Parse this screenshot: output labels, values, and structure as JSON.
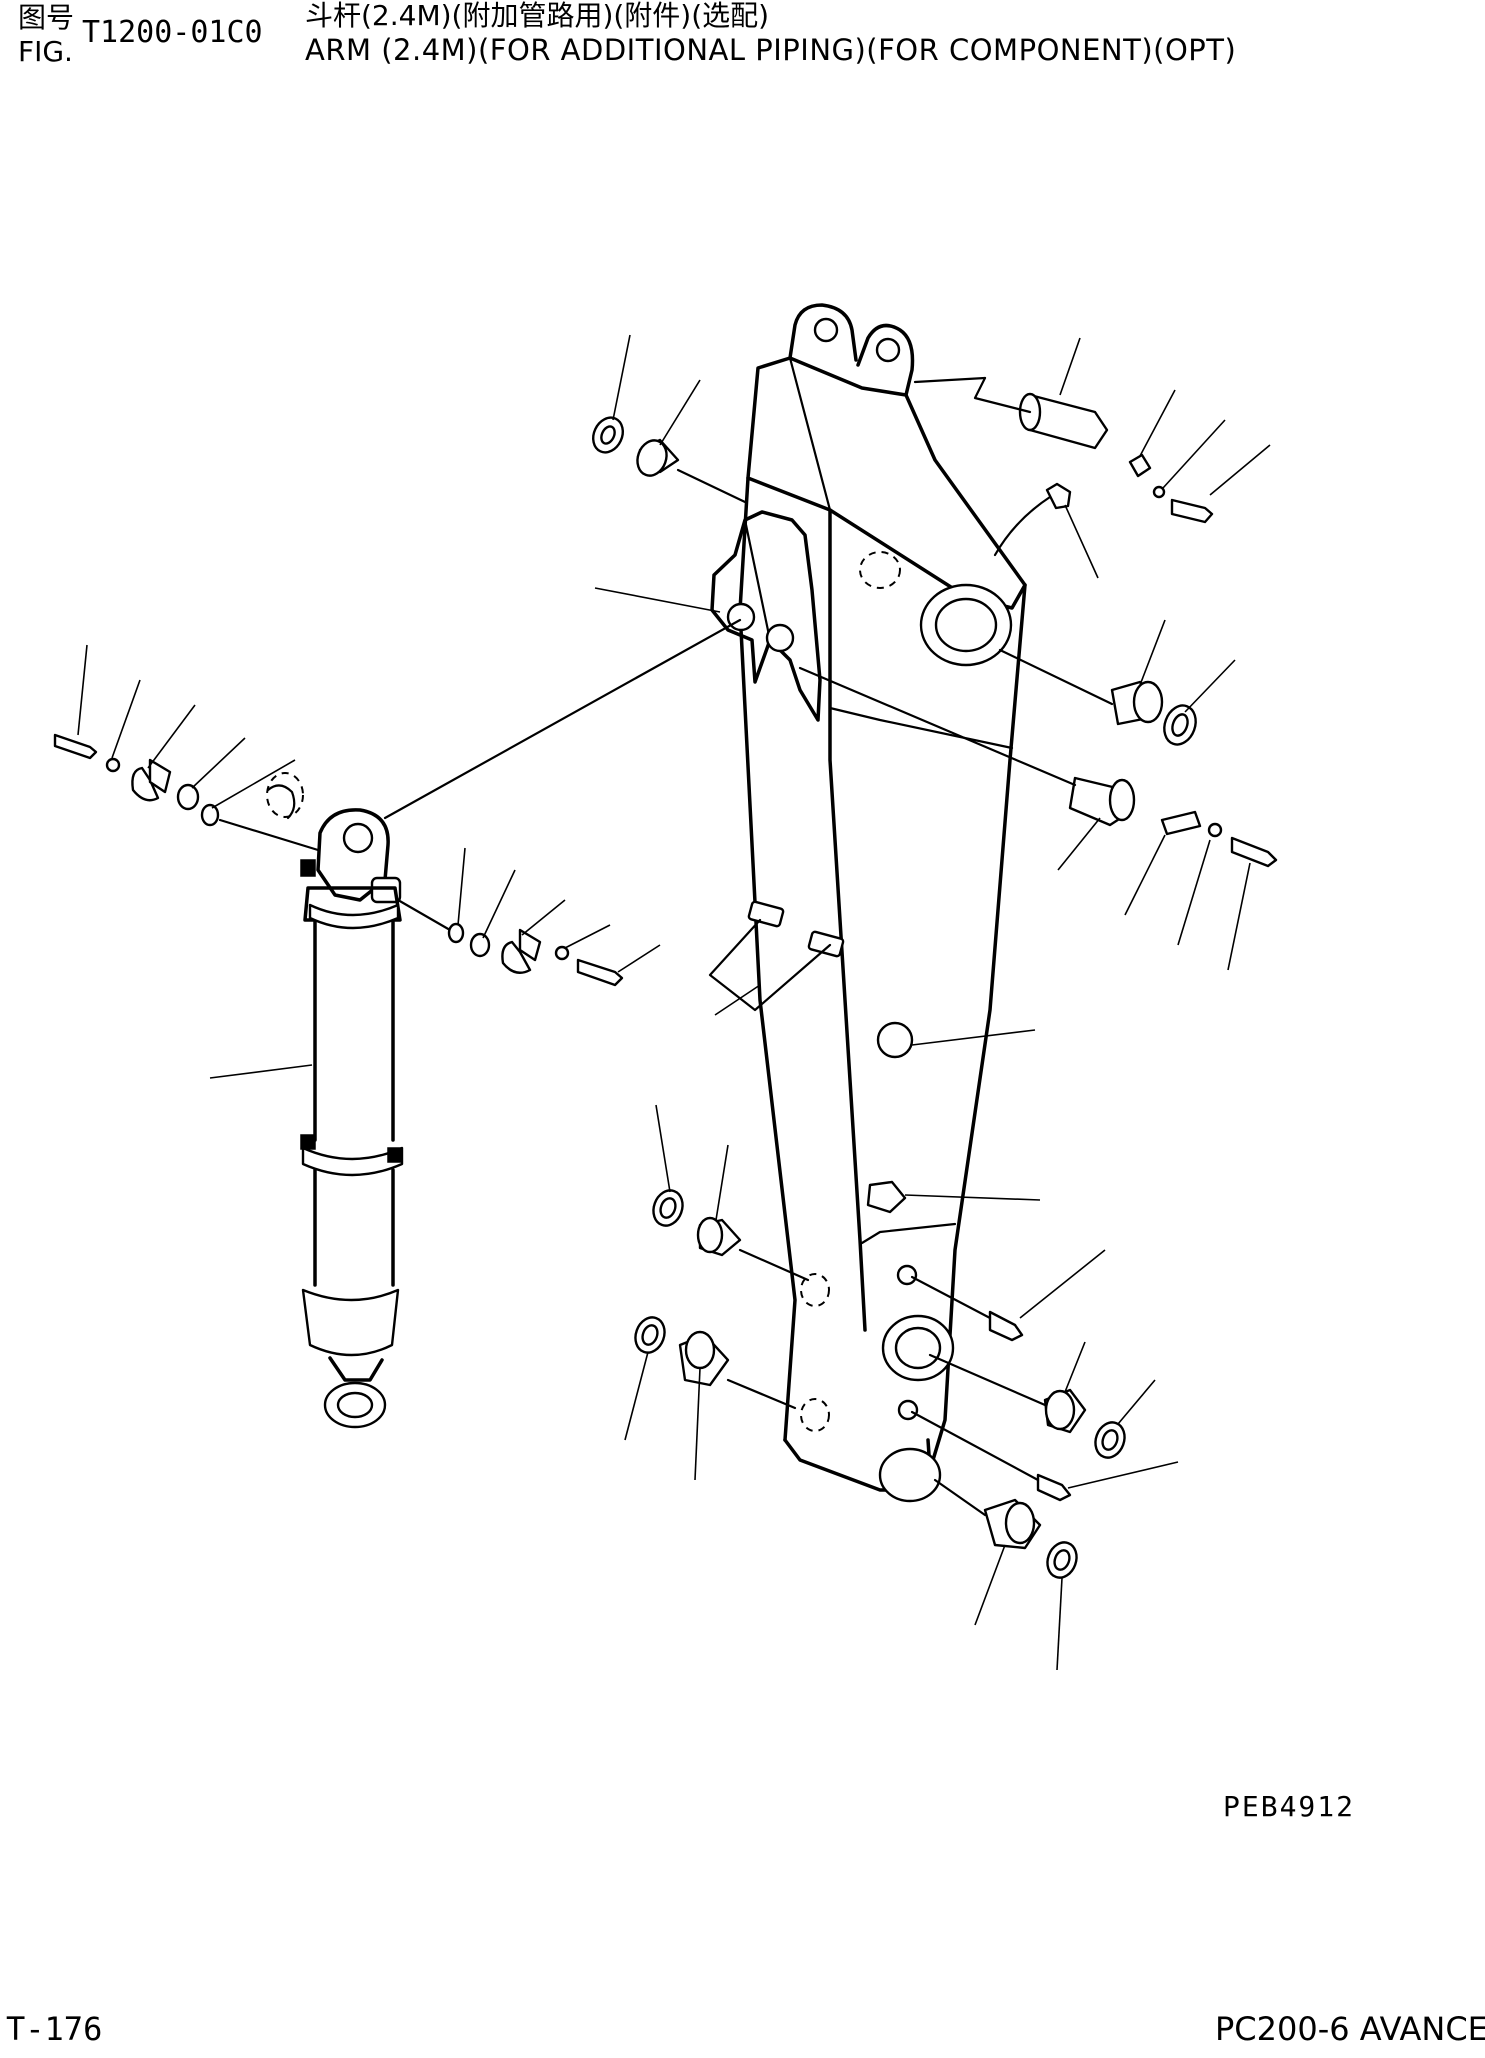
{
  "header": {
    "fig_label_cn": "图号",
    "fig_label_en": "FIG.",
    "fig_number": "T1200-01C0",
    "title_cn": "斗杆(2.4M)(附加管路用)(附件)(选配)",
    "title_en": "ARM (2.4M)(FOR ADDITIONAL PIPING)(FOR COMPONENT)(OPT)"
  },
  "diagram": {
    "drawing_code": "PEB4912"
  },
  "footer": {
    "page_number": "T-176",
    "model": "PC200-6 AVANCE"
  }
}
